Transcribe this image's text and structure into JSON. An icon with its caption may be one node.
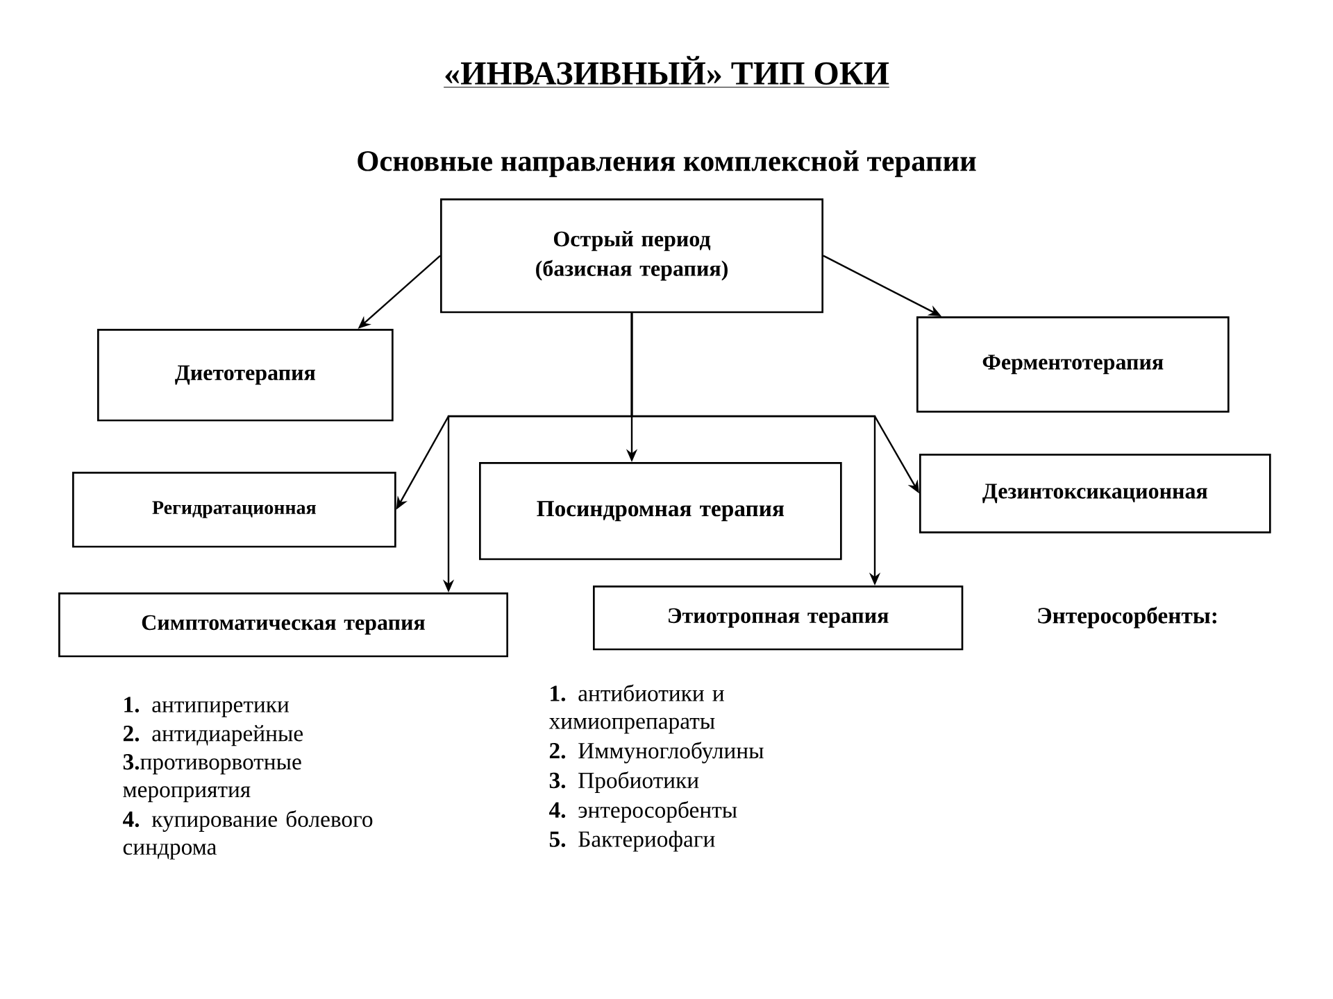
{
  "diagram": {
    "title": "«ИНВАЗИВНЫЙ» ТИП ОКИ",
    "nodes": [
      {
        "text": [
          "Острый период (базисная терапия)"
        ]
      },
      {
        "text": [
          "Диетотерапия"
        ]
      },
      {
        "text": [
          "Ферментотерапия"
        ]
      },
      {
        "text": [
          "Регидратационная"
        ]
      },
      {
        "text": [
          "Посиндромная терапия"
        ]
      },
      {
        "text": [
          "Дезинтоксикационная"
        ]
      },
      {
        "text": [
          "Симптоматическая терапия"
        ],
        "beside": [
          "**1.** антипиретики",
          "**2.** антидиарейные",
          "**3.**противорвотные мероприятия",
          "**4.** купирование болевого синдрома"
        ]
      },
      {
        "text": [
          "Этиотропная терапия"
        ],
        "beside": [
          "**1.** антибиотики и химиопрепараты",
          "**2.** Иммуноглобулины",
          "**3.** Пробиотики",
          "**4.** энтеросорбенты",
          "**5.** Бактериофаги"
        ]
      }
    ],
    "edges": [
      {
        "from": 0,
        "to": 1,
        "arrow": "to"
      },
      {
        "from": 0,
        "to": 2,
        "arrow": "to"
      },
      {
        "from": 0,
        "to": 4,
        "arrow": "to"
      },
      {
        "from": 0,
        "to": 3,
        "arrow": "to"
      },
      {
        "from": 0,
        "to": 6,
        "arrow": "to"
      },
      {
        "from": 0,
        "to": 5,
        "arrow": "to"
      },
      {
        "from": 0,
        "to": 7,
        "arrow": "to"
      }
    ],
    "labels": [
      "Основные направления комплексной терапии",
      "Энтеросорбенты:"
    ]
  }
}
